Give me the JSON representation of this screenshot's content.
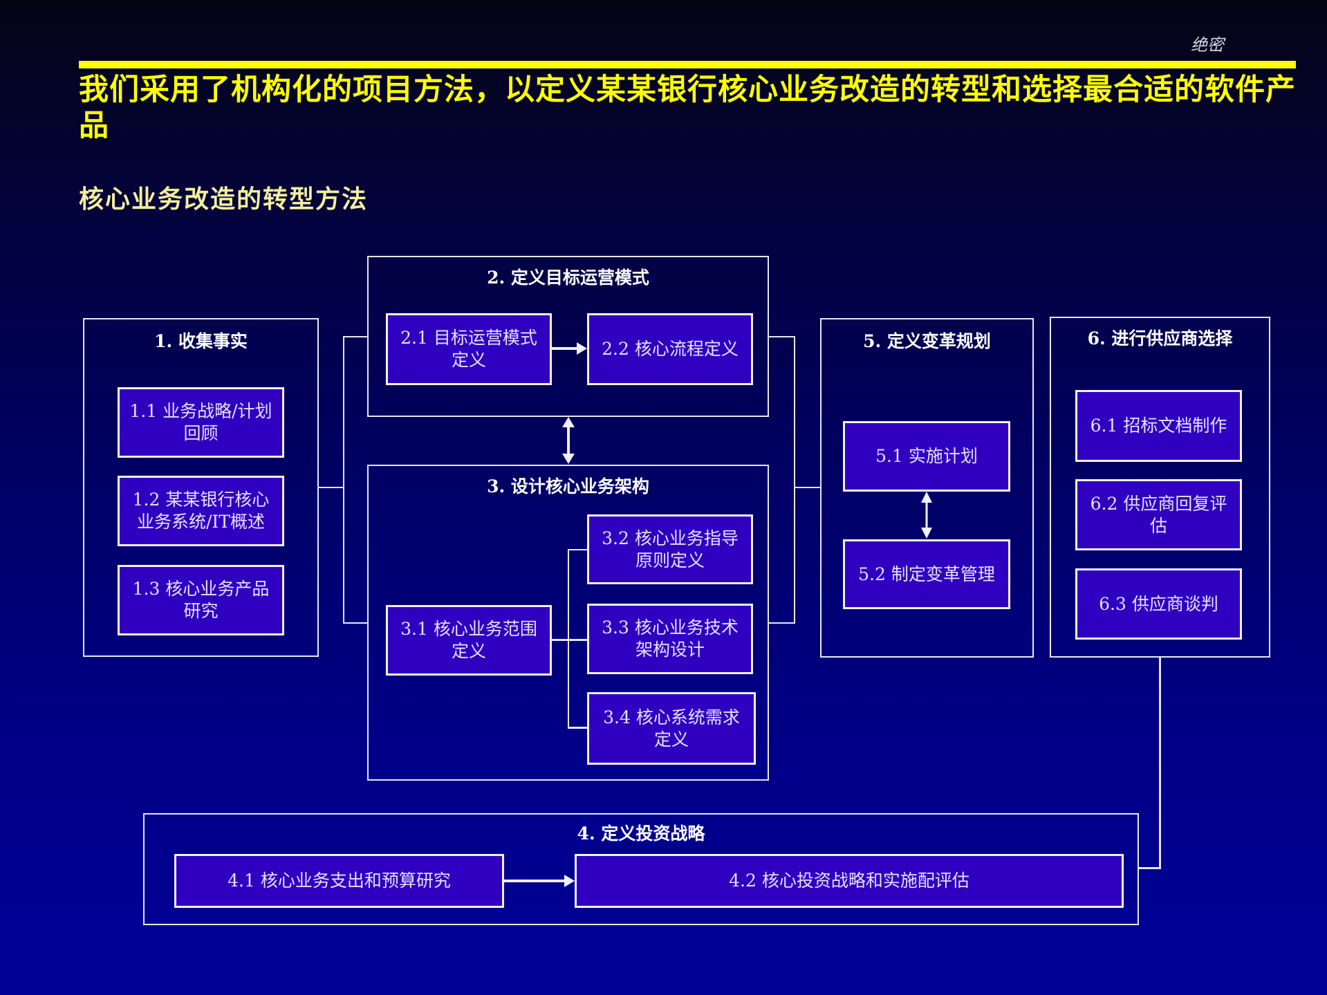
{
  "header": {
    "confidential_label": "绝密",
    "title": "我们采用了机构化的项目方法，以定义某某银行核心业务改造的转型和选择最合适的软件产品",
    "subtitle": "核心业务改造的转型方法"
  },
  "colors": {
    "title": "#ffff00",
    "subtitle": "#f4ee9c",
    "task_fill": "#3000c0",
    "background_bottom": "#000096",
    "background_top": "#040415"
  },
  "phases": [
    {
      "id": "1",
      "title": "1. 收集事实",
      "tasks": [
        {
          "id": "1.1",
          "label": "1.1 业务战略/计划回顾"
        },
        {
          "id": "1.2",
          "label": "1.2 某某银行核心业务系统/IT概述"
        },
        {
          "id": "1.3",
          "label": "1.3 核心业务产品研究"
        }
      ]
    },
    {
      "id": "2",
      "title": "2. 定义目标运营模式",
      "tasks": [
        {
          "id": "2.1",
          "label": "2.1 目标运营模式定义"
        },
        {
          "id": "2.2",
          "label": "2.2 核心流程定义"
        }
      ]
    },
    {
      "id": "3",
      "title": "3. 设计核心业务架构",
      "tasks": [
        {
          "id": "3.1",
          "label": "3.1 核心业务范围定义"
        },
        {
          "id": "3.2",
          "label": "3.2 核心业务指导原则定义"
        },
        {
          "id": "3.3",
          "label": "3.3 核心业务技术架构设计"
        },
        {
          "id": "3.4",
          "label": "3.4 核心系统需求定义"
        }
      ]
    },
    {
      "id": "4",
      "title": "4. 定义投资战略",
      "tasks": [
        {
          "id": "4.1",
          "label": "4.1 核心业务支出和预算研究"
        },
        {
          "id": "4.2",
          "label": "4.2 核心投资战略和实施配评估"
        }
      ]
    },
    {
      "id": "5",
      "title": "5. 定义变革规划",
      "tasks": [
        {
          "id": "5.1",
          "label": "5.1 实施计划"
        },
        {
          "id": "5.2",
          "label": "5.2 制定变革管理"
        }
      ]
    },
    {
      "id": "6",
      "title": "6. 进行供应商选择",
      "tasks": [
        {
          "id": "6.1",
          "label": "6.1 招标文档制作"
        },
        {
          "id": "6.2",
          "label": "6.2 供应商回复评估"
        },
        {
          "id": "6.3",
          "label": "6.3 供应商谈判"
        }
      ]
    }
  ],
  "task_lines": {
    "t1_1": [
      "1.1 业务战略/计划",
      "回顾"
    ],
    "t1_2": [
      "1.2 某某银行核心",
      "业务系统/IT概述"
    ],
    "t1_3": [
      "1.3 核心业务产品",
      "研究"
    ],
    "t2_1": [
      "2.1 目标运营模式",
      "定义"
    ],
    "t2_2": [
      "2.2 核心流程定义"
    ],
    "t3_1": [
      "3.1 核心业务范围",
      "定义"
    ],
    "t3_2": [
      "3.2 核心业务指导",
      "原则定义"
    ],
    "t3_3": [
      "3.3 核心业务技术",
      "架构设计"
    ],
    "t3_4": [
      "3.4 核心系统需求",
      "定义"
    ],
    "t4_1": [
      "4.1 核心业务支出和预算研究"
    ],
    "t4_2": [
      "4.2 核心投资战略和实施配评估"
    ],
    "t5_1": [
      "5.1 实施计划"
    ],
    "t5_2": [
      "5.2 制定变革管理"
    ],
    "t6_1": [
      "6.1 招标文档制作"
    ],
    "t6_2": [
      "6.2 供应商回复评",
      "估"
    ],
    "t6_3": [
      "6.3 供应商谈判"
    ]
  },
  "connections": [
    {
      "from": "1",
      "to": [
        "2",
        "3"
      ],
      "type": "bracket"
    },
    {
      "from": "2.1",
      "to": "2.2",
      "type": "arrow"
    },
    {
      "from": "2",
      "to": "3",
      "type": "double-arrow"
    },
    {
      "from": "3.1",
      "to": [
        "3.2",
        "3.3",
        "3.4"
      ],
      "type": "bracket"
    },
    {
      "from": [
        "2",
        "3"
      ],
      "to": "5",
      "type": "bracket"
    },
    {
      "from": "5.1",
      "to": "5.2",
      "type": "double-arrow"
    },
    {
      "from": "6",
      "to": "4",
      "type": "line"
    },
    {
      "from": "4.1",
      "to": "4.2",
      "type": "arrow"
    }
  ]
}
